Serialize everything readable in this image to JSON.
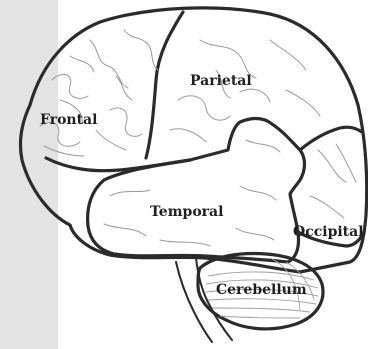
{
  "diagram": {
    "lobes": {
      "frontal": "Frontal",
      "parietal": "Parietal",
      "temporal": "Temporal",
      "occipital": "Occipital",
      "cerebellum": "Cerebellum"
    }
  },
  "colors": {
    "side_bar": "#e3e3e3",
    "outline": "#2b2b2b",
    "folds": "#9a9a9a",
    "background": "#ffffff"
  }
}
